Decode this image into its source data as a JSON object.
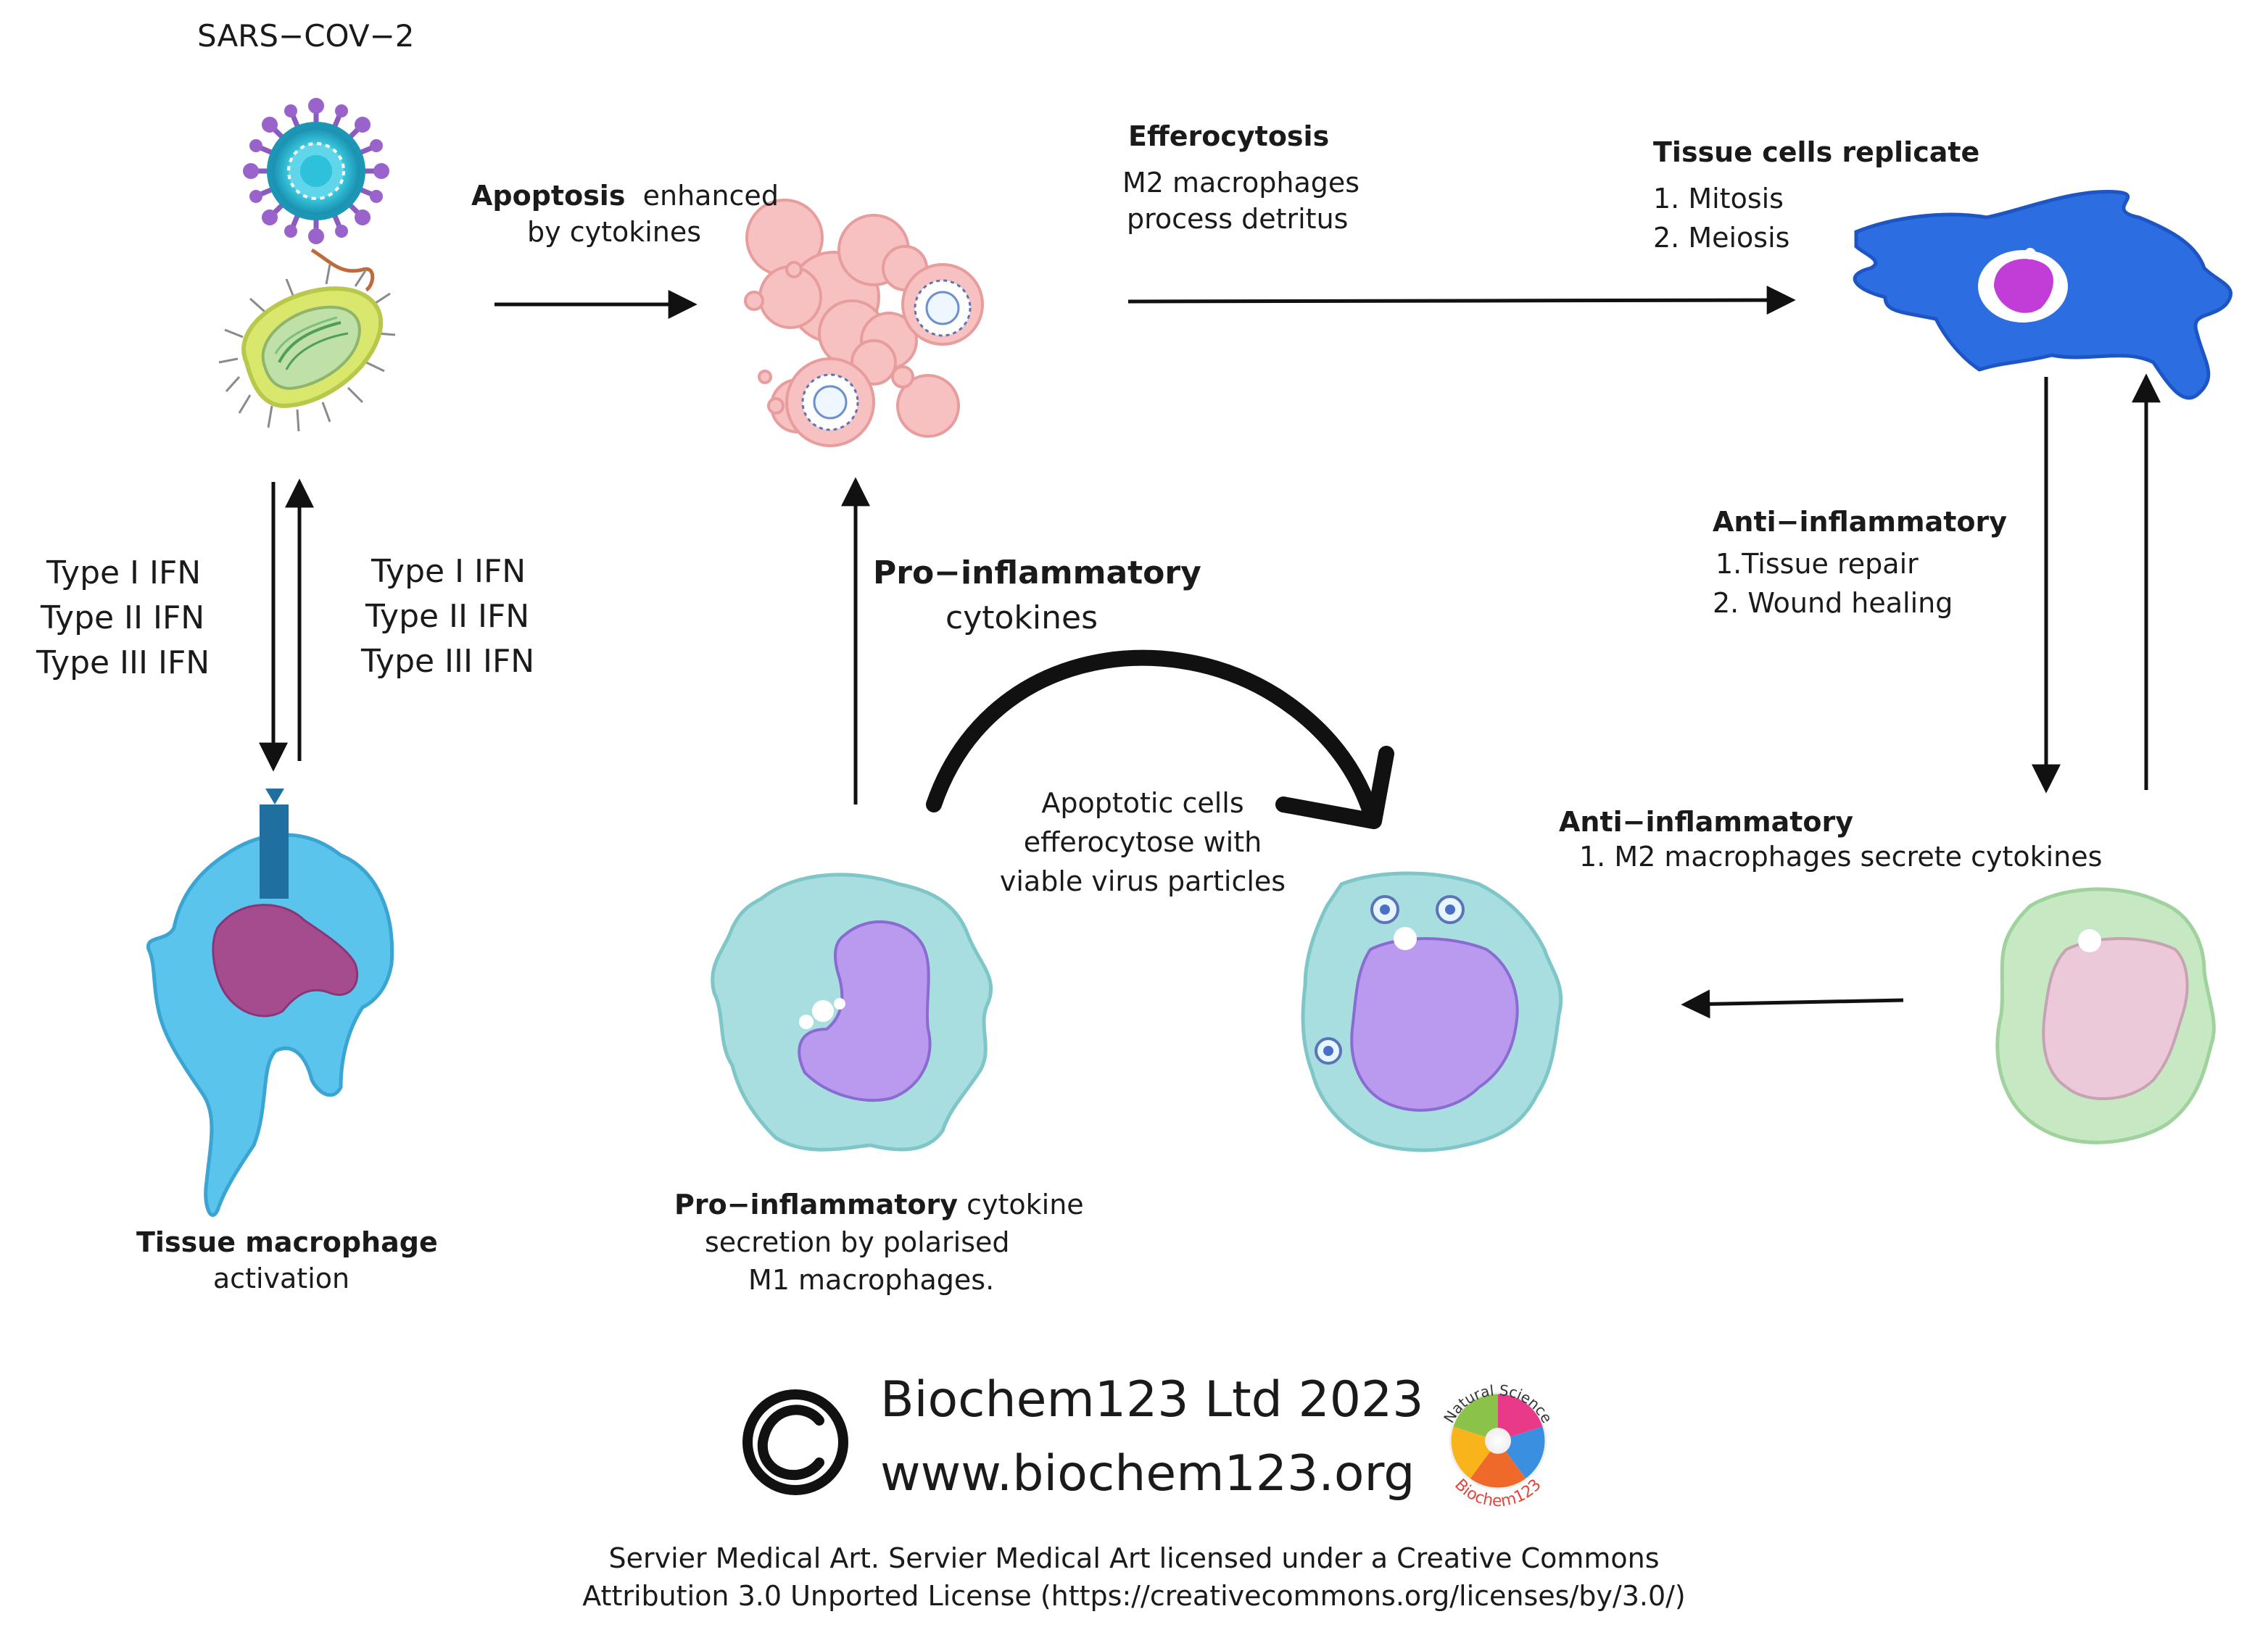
{
  "labels": {
    "sars": "SARS−COV−2",
    "apoptosis_bold": "Apoptosis",
    "apoptosis_rest": "enhanced",
    "apoptosis_line2": "by cytokines",
    "efferocytosis_title": "Efferocytosis",
    "efferocytosis_line1": "M2 macrophages",
    "efferocytosis_line2": "process detritus",
    "tissue_replicate_title": "Tissue cells replicate",
    "tissue_replicate_items": [
      "1. Mitosis",
      "2. Meiosis"
    ],
    "ifn_left": [
      "Type I IFN",
      "Type II IFN",
      "Type III IFN"
    ],
    "ifn_right": [
      "Type I IFN",
      "Type II IFN",
      "Type III IFN"
    ],
    "pro_inflam_title": "Pro−inflammatory",
    "pro_inflam_sub": "cytokines",
    "anti_inflam_top_title": "Anti−inflammatory",
    "anti_inflam_top_items": [
      "1.Tissue repair",
      "2.  Wound healing"
    ],
    "apoptotic_cells": [
      "Apoptotic cells",
      "efferocytose with",
      "viable virus particles"
    ],
    "anti_inflam_mid_title": "Anti−inflammatory",
    "anti_inflam_mid_item": "1. M2 macrophages secrete cytokines",
    "tissue_macrophage_bold": "Tissue macrophage",
    "tissue_macrophage_sub": "activation",
    "m1_bold": "Pro−inflammatory",
    "m1_rest": " cytokine",
    "m1_line2": "secretion by polarised",
    "m1_line3": "M1 macrophages."
  },
  "copyright": {
    "symbol": "©",
    "line1": "Biochem123 Ltd 2023",
    "line2": "www.biochem123.org"
  },
  "logo": {
    "top_text": "Natural Science",
    "bottom_text": "Biochem123"
  },
  "license": {
    "line1": "Servier Medical Art. Servier Medical Art licensed under a Creative Commons",
    "line2": "Attribution 3.0 Unported License (https://creativecommons.org/licenses/by/3.0/)"
  },
  "colors": {
    "arrow": "#111111",
    "virus_body": "#2fb8c9",
    "virus_spike": "#8a5cc0",
    "apoptotic_pink": "#f5b8b8",
    "tissue_cell_blue": "#2a6fe0",
    "macrophage_blue": "#5cc6e8",
    "nucleus_magenta": "#a04c8e",
    "m1_teal": "#a8dedf",
    "nucleus_lavender": "#b99aef",
    "m2_green": "#c6e9c4",
    "nucleus_pink": "#ecc9d8"
  }
}
